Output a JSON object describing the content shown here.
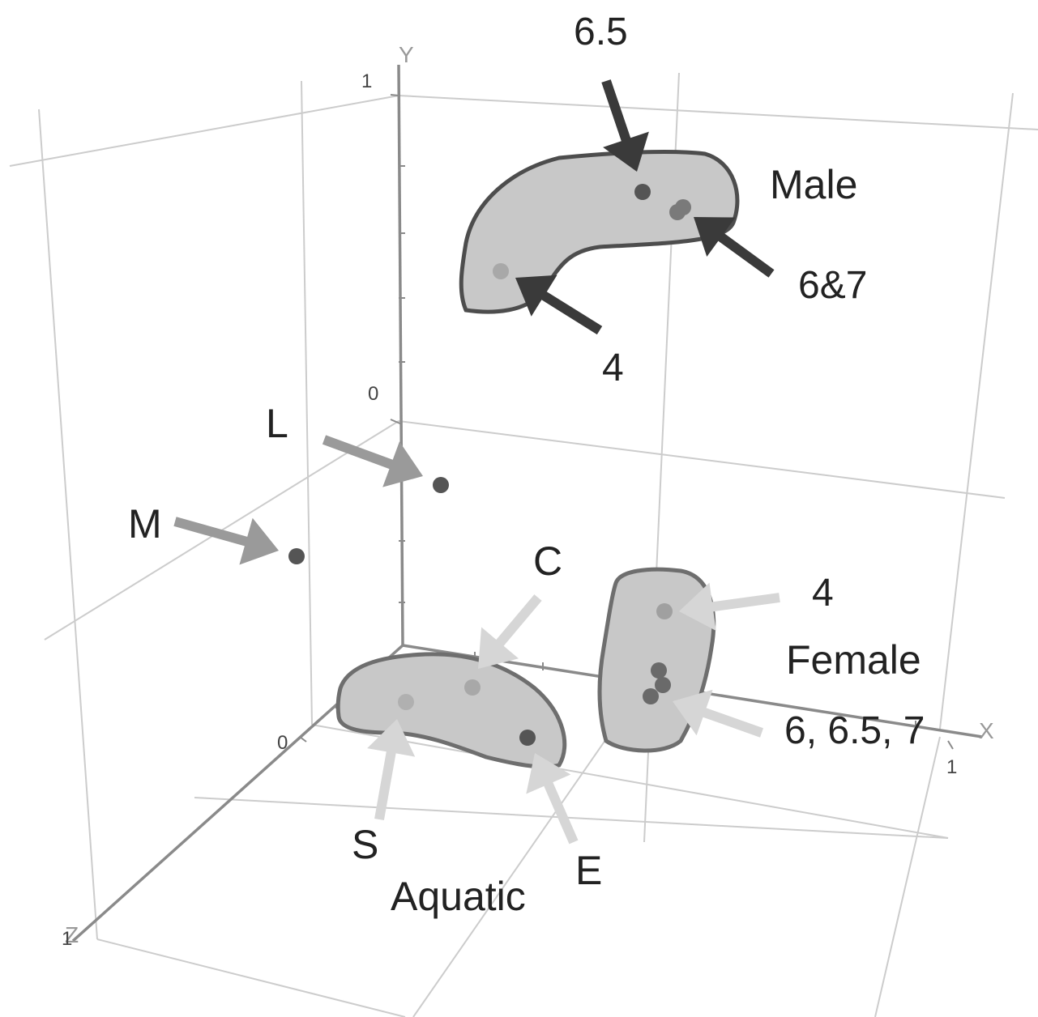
{
  "chart_data": {
    "type": "scatter",
    "projection": "3d",
    "axes": {
      "x": {
        "name": "X",
        "ticks": [
          "0",
          "1"
        ],
        "range": [
          0,
          1
        ]
      },
      "y": {
        "name": "Y",
        "ticks": [
          "0",
          "1"
        ],
        "range": [
          0,
          1
        ]
      },
      "z": {
        "name": "Z",
        "ticks": [
          "0",
          "1"
        ],
        "range": [
          0,
          1
        ]
      }
    },
    "grid": true,
    "groups": [
      {
        "name": "Male",
        "points": [
          {
            "label": "6.5",
            "shade": "#555555"
          },
          {
            "label": "6&7",
            "shade": "#7a7a7a"
          },
          {
            "label": "4",
            "shade": "#a8a8a8"
          }
        ]
      },
      {
        "name": "Female",
        "points": [
          {
            "label": "4",
            "shade": "#a0a0a0"
          },
          {
            "label": "6, 6.5, 7",
            "shade": "#6a6a6a"
          }
        ]
      },
      {
        "name": "Aquatic",
        "points": [
          {
            "label": "C",
            "shade": "#a8a8a8"
          },
          {
            "label": "S",
            "shade": "#b0b0b0"
          },
          {
            "label": "E",
            "shade": "#555555"
          }
        ]
      }
    ],
    "ungrouped_points": [
      {
        "label": "L",
        "shade": "#555555"
      },
      {
        "label": "M",
        "shade": "#555555"
      }
    ],
    "arrow_colors": {
      "dark": "#3a3a3a",
      "medium": "#9a9a9a",
      "light": "#d6d6d6"
    }
  }
}
